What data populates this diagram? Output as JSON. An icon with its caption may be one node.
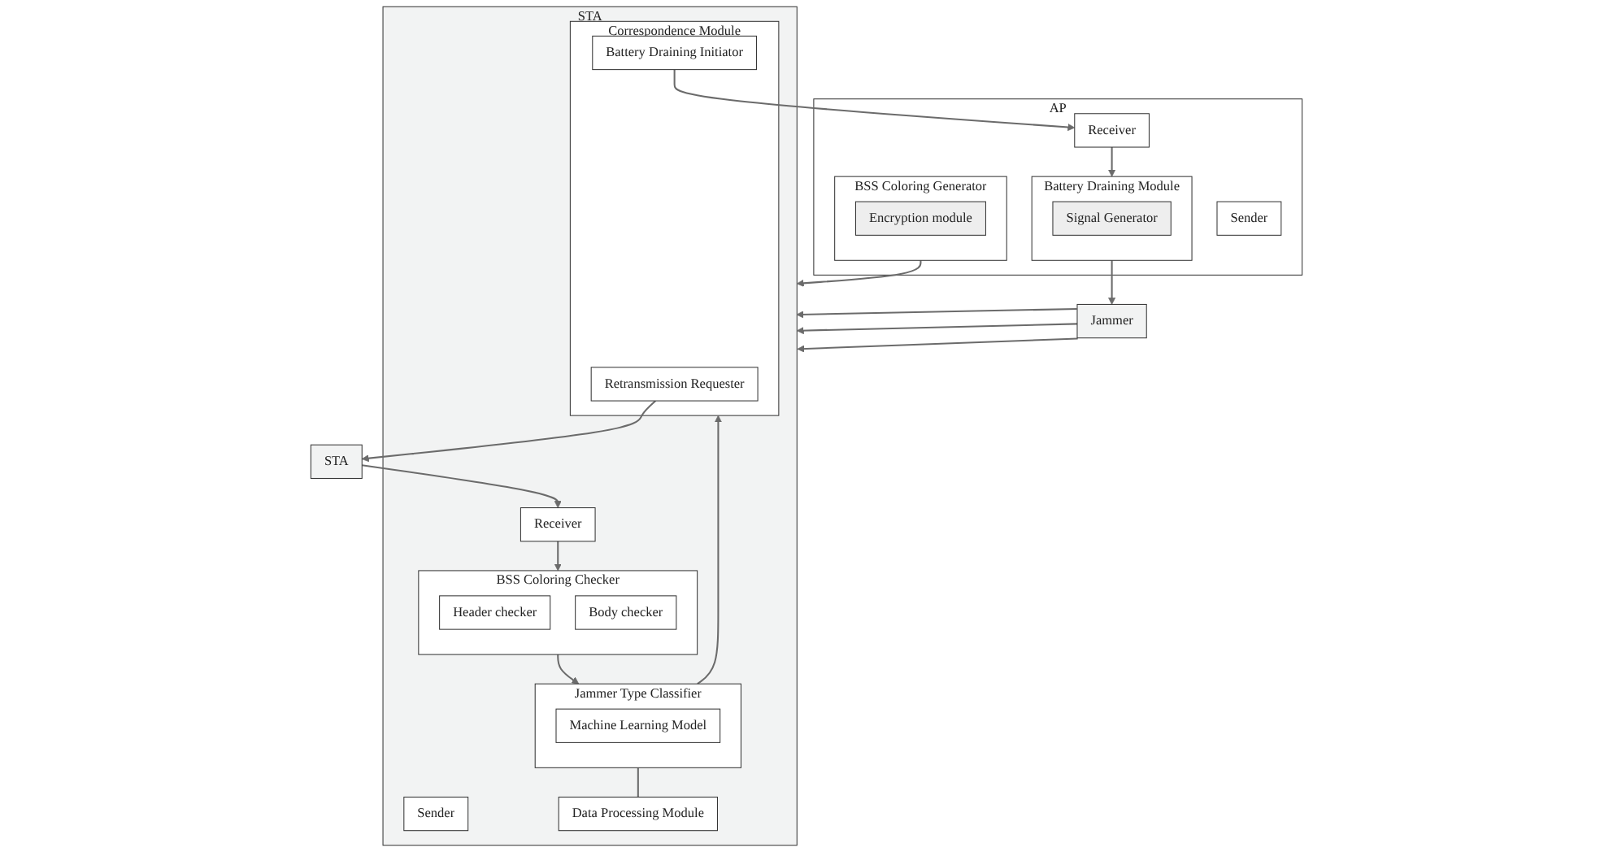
{
  "diagram": {
    "nodes": [
      {
        "text": [
          "STA"
        ]
      },
      {
        "text": [
          "STA"
        ]
      },
      {
        "text": [
          "Sender"
        ],
        "in": 1
      },
      {
        "text": [
          "Receiver"
        ],
        "in": 1
      },
      {
        "text": [
          "BSS Coloring Checker"
        ],
        "in": 1
      },
      {
        "text": [
          "Header checker"
        ],
        "in": 4
      },
      {
        "text": [
          "Body checker"
        ],
        "in": 4
      },
      {
        "text": [
          "Jammer Type Classifier"
        ],
        "in": 1
      },
      {
        "text": [
          "Machine Learning Model"
        ],
        "in": 7
      },
      {
        "text": [
          "Data Processing Module"
        ],
        "in": 1
      },
      {
        "text": [
          "Correspondence Module"
        ],
        "in": 1
      },
      {
        "text": [
          "Retransmission Requester"
        ],
        "in": 10
      },
      {
        "text": [
          "Battery Draining Initiator"
        ],
        "in": 10
      },
      {
        "text": [
          "AP"
        ]
      },
      {
        "text": [
          "BSS Coloring Generator"
        ],
        "in": 13
      },
      {
        "text": [
          "Encryption module"
        ],
        "in": 14
      },
      {
        "text": [
          "Sender"
        ],
        "in": 13
      },
      {
        "text": [
          "Receiver"
        ],
        "in": 13
      },
      {
        "text": [
          "Battery Draining Module"
        ],
        "in": 13
      },
      {
        "text": [
          "Signal Generator"
        ],
        "in": 18
      },
      {
        "text": [
          "Jammer"
        ]
      }
    ],
    "edges": [
      {
        "from": 0,
        "to": 3,
        "arrow": "to"
      },
      {
        "from": 3,
        "to": 4,
        "arrow": "to"
      },
      {
        "from": 4,
        "to": 7,
        "arrow": "to"
      },
      {
        "from": 7,
        "to": 9,
        "arrow": "none"
      },
      {
        "from": 7,
        "to": 10,
        "arrow": "to"
      },
      {
        "from": 11,
        "to": 0,
        "arrow": "to"
      },
      {
        "from": 14,
        "to": 1,
        "arrow": "to"
      },
      {
        "from": 12,
        "to": 17,
        "arrow": "to"
      },
      {
        "from": 17,
        "to": 18,
        "arrow": "to"
      },
      {
        "from": 18,
        "to": 20,
        "arrow": "to"
      },
      {
        "from": 20,
        "to": 1,
        "arrow": "to"
      },
      {
        "from": 20,
        "to": 1,
        "arrow": "to"
      },
      {
        "from": 20,
        "to": 1,
        "arrow": "to"
      }
    ]
  }
}
